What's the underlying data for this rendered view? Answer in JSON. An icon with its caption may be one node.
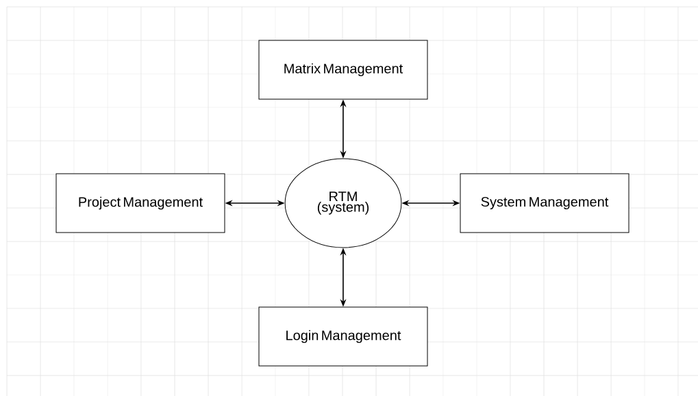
{
  "diagram": {
    "nodes": [
      {
        "text": [
          "Matrix Management"
        ]
      },
      {
        "text": [
          "Project Management"
        ]
      },
      {
        "text": [
          "RTM (system)"
        ]
      },
      {
        "text": [
          "System Management"
        ]
      },
      {
        "text": [
          "Login Management"
        ]
      }
    ],
    "edges": [
      {
        "from": 0,
        "to": 2,
        "arrow": "both"
      },
      {
        "from": 1,
        "to": 2,
        "arrow": "both"
      },
      {
        "from": 2,
        "to": 3,
        "arrow": "both"
      },
      {
        "from": 2,
        "to": 4,
        "arrow": "both"
      }
    ]
  }
}
